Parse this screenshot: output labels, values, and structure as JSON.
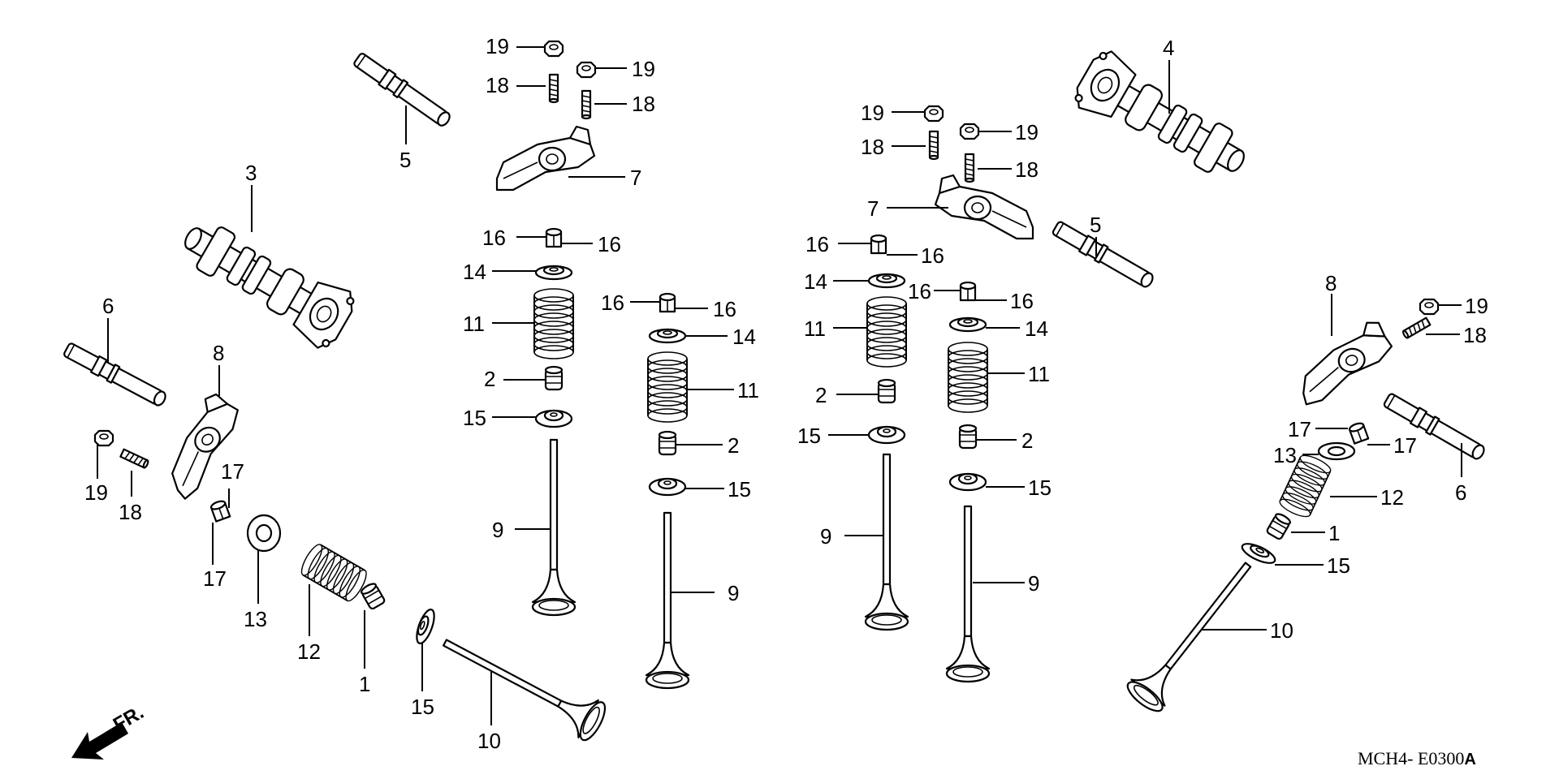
{
  "labels": {
    "l1": "1",
    "l2": "2",
    "l3": "3",
    "l4": "4",
    "l5": "5",
    "l6": "6",
    "l7": "7",
    "l8": "8",
    "l9": "9",
    "l10": "10",
    "l11": "11",
    "l12": "12",
    "l13": "13",
    "l14": "14",
    "l15": "15",
    "l16": "16",
    "l17": "17",
    "l18": "18",
    "l19": "19"
  },
  "front_marker": "FR.",
  "diagram_code": {
    "prefix": "MCH4- E0300",
    "suffix": "A"
  }
}
